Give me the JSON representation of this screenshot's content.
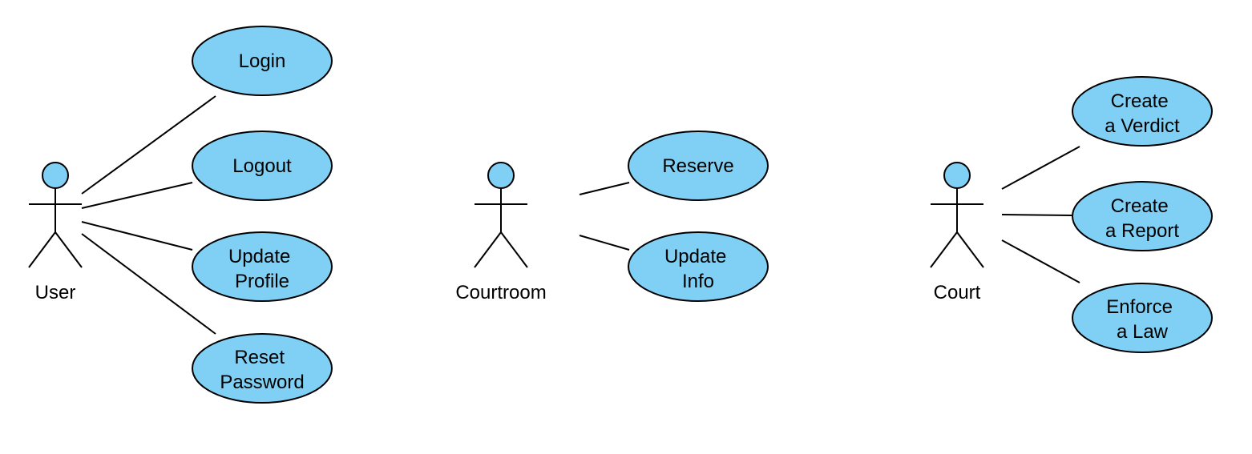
{
  "colors": {
    "use_case_fill": "#7fd0f4",
    "stroke": "#000000",
    "background": "#ffffff"
  },
  "actors": [
    {
      "id": "user",
      "label": "User",
      "use_cases": [
        {
          "id": "login",
          "lines": [
            "Login"
          ]
        },
        {
          "id": "logout",
          "lines": [
            "Logout"
          ]
        },
        {
          "id": "update-profile",
          "lines": [
            "Update",
            "Profile"
          ]
        },
        {
          "id": "reset-password",
          "lines": [
            "Reset",
            "Password"
          ]
        }
      ]
    },
    {
      "id": "courtroom",
      "label": "Courtroom",
      "use_cases": [
        {
          "id": "reserve",
          "lines": [
            "Reserve"
          ]
        },
        {
          "id": "update-info",
          "lines": [
            "Update",
            "Info"
          ]
        }
      ]
    },
    {
      "id": "court",
      "label": "Court",
      "use_cases": [
        {
          "id": "create-verdict",
          "lines": [
            "Create",
            "a Verdict"
          ]
        },
        {
          "id": "create-report",
          "lines": [
            "Create",
            "a Report"
          ]
        },
        {
          "id": "enforce-law",
          "lines": [
            "Enforce",
            "a Law"
          ]
        }
      ]
    }
  ]
}
